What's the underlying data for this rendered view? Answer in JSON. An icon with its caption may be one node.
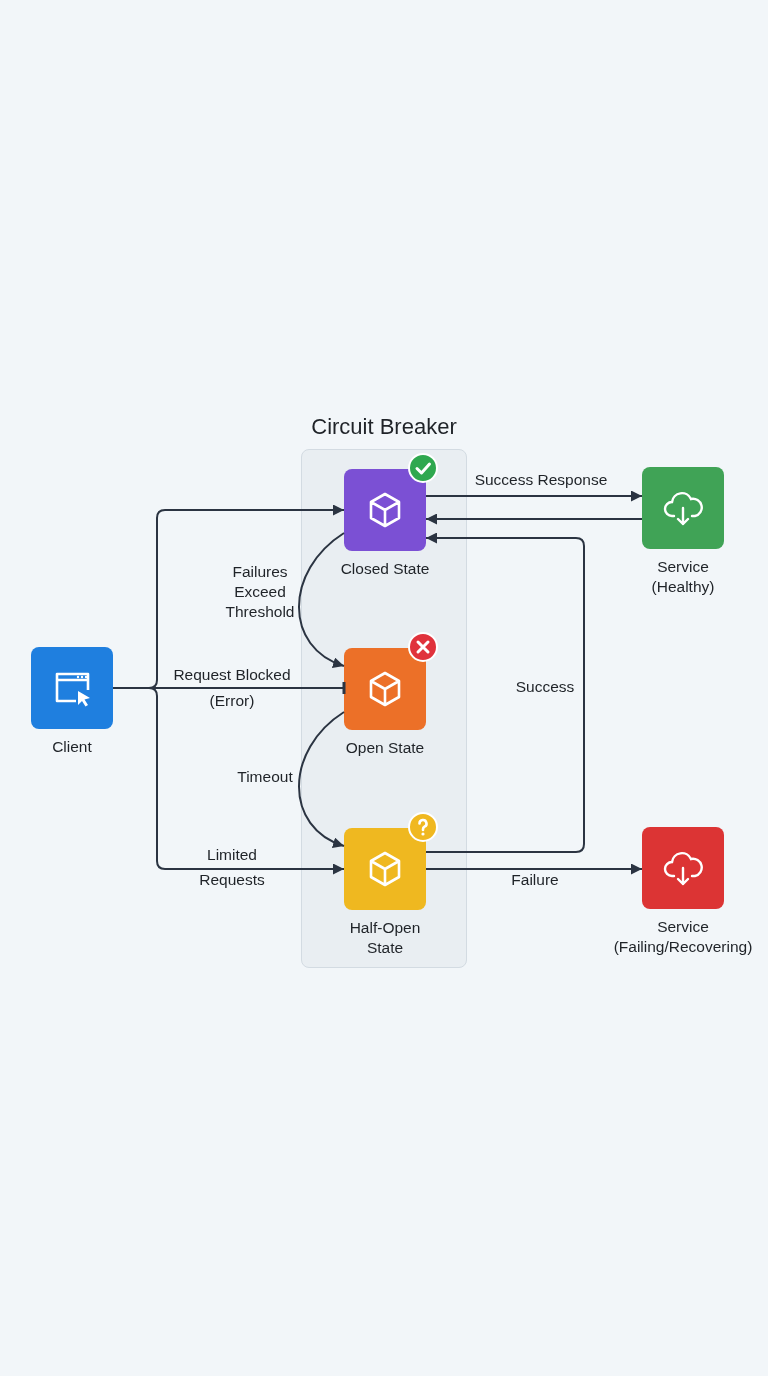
{
  "diagram": {
    "nodes": [
      {
        "text": [
          "Circuit Breaker"
        ]
      },
      {
        "text": [
          "Closed State"
        ],
        "in": 0
      },
      {
        "text": [
          "Open State"
        ],
        "in": 0
      },
      {
        "text": [
          "Half-Open State"
        ],
        "in": 0
      },
      {
        "text": [
          "Client"
        ]
      },
      {
        "text": [
          "Service (Healthy)"
        ]
      },
      {
        "text": [
          "Service (Failing/Recovering)"
        ]
      }
    ],
    "edges": [
      {
        "from": 4,
        "to": 1,
        "arrow": "to"
      },
      {
        "from": 4,
        "to": 2,
        "arrow": "other",
        "label": "Request Blocked (Error)"
      },
      {
        "from": 4,
        "to": 3,
        "arrow": "to",
        "label": "Limited Requests"
      },
      {
        "from": 1,
        "to": 2,
        "arrow": "to",
        "label": "Failures Exceed Threshold"
      },
      {
        "from": 2,
        "to": 3,
        "arrow": "to",
        "label": "Timeout"
      },
      {
        "from": 1,
        "to": 5,
        "arrow": "to",
        "label": "Success Response"
      },
      {
        "from": 5,
        "to": 1,
        "arrow": "to"
      },
      {
        "from": 3,
        "to": 1,
        "arrow": "to",
        "label": "Success"
      },
      {
        "from": 3,
        "to": 6,
        "arrow": "to",
        "label": "Failure"
      }
    ]
  }
}
